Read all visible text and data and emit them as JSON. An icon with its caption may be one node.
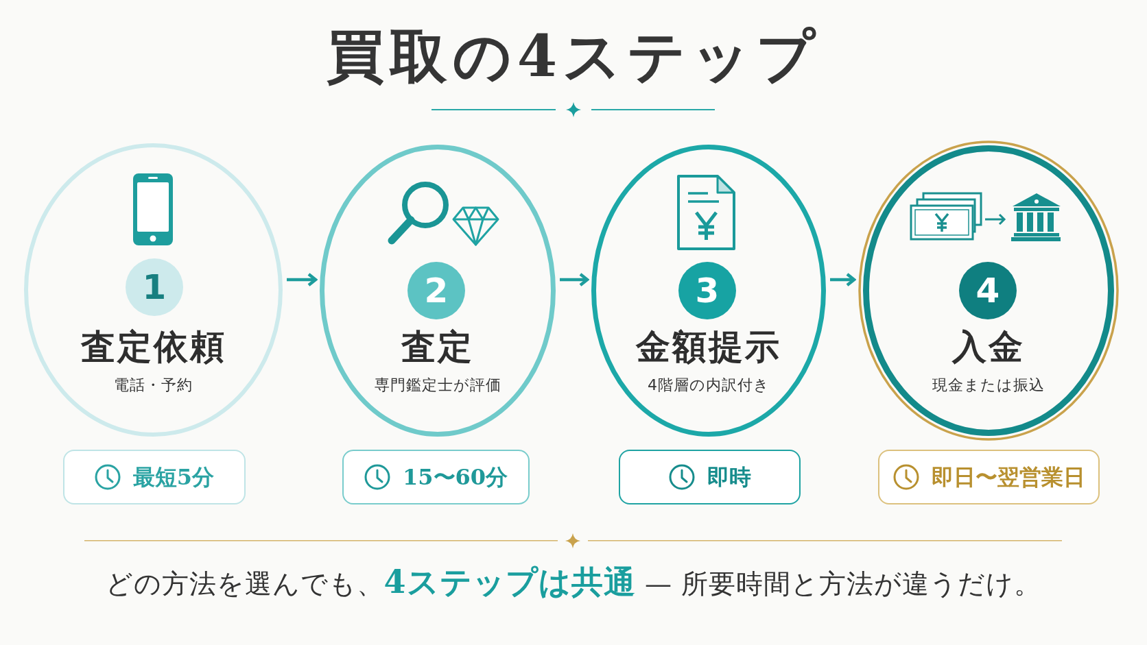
{
  "diagram": {
    "title": "買取の4ステップ",
    "nodes": [
      {
        "text": [
          "査定依頼",
          "電話・予約"
        ]
      },
      {
        "text": [
          "1"
        ],
        "in": 0
      },
      {
        "text": [
          "査定",
          "専門鑑定士が評価"
        ]
      },
      {
        "text": [
          "2"
        ],
        "in": 2
      },
      {
        "text": [
          "金額提示",
          "4階層の内訳付き"
        ]
      },
      {
        "text": [
          "3"
        ],
        "in": 4
      },
      {
        "text": [
          "入金",
          "現金または振込"
        ]
      },
      {
        "text": [
          "4"
        ],
        "in": 6
      },
      {
        "text": [
          "最短5分"
        ]
      },
      {
        "text": [
          "15〜60分"
        ]
      },
      {
        "text": [
          "即時"
        ]
      },
      {
        "text": [
          "即日〜翌営業日"
        ]
      }
    ],
    "edges": [
      {
        "from": 0,
        "to": 2,
        "arrow": "to"
      },
      {
        "from": 2,
        "to": 4,
        "arrow": "to"
      },
      {
        "from": 4,
        "to": 6,
        "arrow": "to"
      }
    ],
    "caption": "どの方法を選んでも、**4ステップは共通** — 所要時間と方法が違うだけ。"
  }
}
